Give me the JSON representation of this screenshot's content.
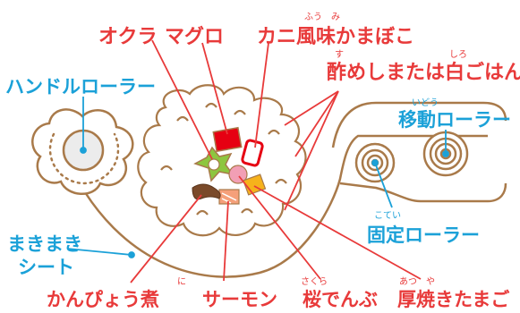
{
  "colors": {
    "machine_outline": "#a97a4a",
    "label_red": "#e83a3a",
    "label_blue": "#1ba1d8",
    "rice": "#ffffff",
    "tuna": "#e60012",
    "okra": "#8dc63f",
    "salmon": "#f5a07a",
    "sakura_denbu": "#f29fb5",
    "atsuyaki_tamago": "#f6b21b",
    "kanpyo": "#7a4a2a"
  },
  "labels": {
    "okura": "オクラ",
    "maguro": "マグロ",
    "kani": "カニ風味かまぼこ",
    "kani_ruby": "ふう　み",
    "sumeshi_part1": "酢めしまたは",
    "sumeshi_part2": "白ごはん",
    "sumeshi_ruby_su": "す",
    "sumeshi_ruby_shiro": "しろ",
    "handle_roller": "ハンドルローラー",
    "ido_part1": "移動",
    "ido_part2": "ローラー",
    "ido_ruby": "いどう",
    "kotei_part1": "固定",
    "kotei_part2": "ローラー",
    "kotei_ruby": "こてい",
    "makimaki_line1": "まきまき",
    "makimaki_line2": "シート",
    "kanpyo_part1": "かんぴょう",
    "kanpyo_part2": "煮",
    "kanpyo_ruby": "に",
    "salmon": "サーモン",
    "sakura_part1": "桜",
    "sakura_part2": "でんぶ",
    "sakura_ruby": "さくら",
    "atsuyaki_part1": "厚焼",
    "atsuyaki_part2": "きたまご",
    "atsuyaki_ruby": "あつ　や"
  }
}
